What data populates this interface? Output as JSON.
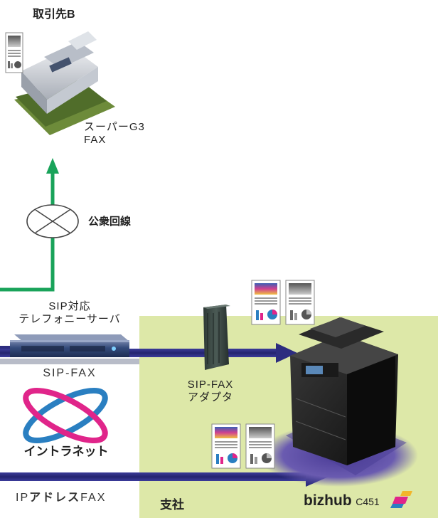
{
  "partner": {
    "name": "取引先B"
  },
  "fax_device": {
    "line1": "スーパーG3",
    "line2": "FAX"
  },
  "public_line": {
    "label": "公衆回線"
  },
  "sip_server": {
    "line1": "SIP対応",
    "line2": "テレフォニーサーバ"
  },
  "sip_fax": {
    "label": "SIP-FAX"
  },
  "sip_adapter": {
    "line1": "SIP-FAX",
    "line2": "アダプタ"
  },
  "intranet": {
    "label": "イントラネット"
  },
  "ip_fax": {
    "prefix": "IP",
    "bold": "アドレス",
    "suffix": "FAX"
  },
  "branch": {
    "label": "支社"
  },
  "product": {
    "brand": "bizhub",
    "model": "C451"
  },
  "colors": {
    "green_line": "#19a35a",
    "arrow_navy": "#2d2d7f",
    "branch_bg": "#dde8a8",
    "ring_blue": "#2a7fc1",
    "ring_pink": "#e0258a",
    "shadow_purple": "#5b4aa0"
  }
}
